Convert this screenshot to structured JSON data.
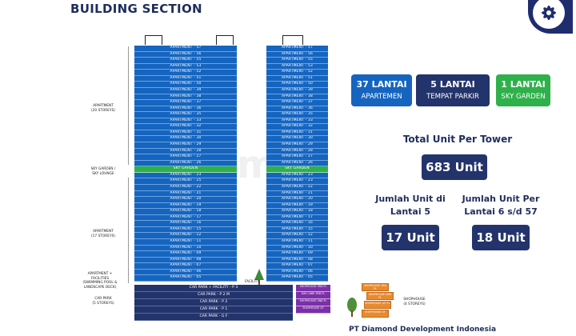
{
  "title": "BUILDING SECTION",
  "apartment_label": "APARTMENT -",
  "tower_a_floors": [
    "57",
    "56",
    "55",
    "53",
    "52",
    "51",
    "50",
    "39",
    "38",
    "37",
    "36",
    "35",
    "33",
    "32",
    "31",
    "30",
    "29",
    "28",
    "27",
    "26",
    "SKY GARDEN",
    "23",
    "25",
    "22",
    "21",
    "20",
    "19",
    "18",
    "17",
    "16",
    "15",
    "12",
    "11",
    "10",
    "09",
    "08",
    "07",
    "06",
    "05"
  ],
  "tower_b_floors": [
    "57",
    "56",
    "55",
    "53",
    "52",
    "51",
    "50",
    "39",
    "38",
    "37",
    "36",
    "35",
    "33",
    "32",
    "31",
    "30",
    "29",
    "28",
    "27",
    "26",
    "SKY GARDEN",
    "23",
    "23",
    "22",
    "21",
    "20",
    "19",
    "18",
    "17",
    "16",
    "15",
    "12",
    "11",
    "10",
    "09",
    "08",
    "07",
    "06",
    "05"
  ],
  "car_park_floors": [
    "CAR PARK + FACILITY - P 3",
    "CAR PARK - P 2 M",
    "CAR PARK - P 2",
    "CAR PARK - P 1",
    "CAR PARK - G F"
  ],
  "side_labels": {
    "apartment_20": "APARTMENT\n(20 STOREYS)",
    "sky_garden": "SKY GARDEN /\nSKY LOUNGE",
    "apartment_17": "APARTMENT\n(17 STOREYS)",
    "apartment_facilities": "APARTMENT +\nFACILITIES\n(SWIMMING POOL &\nLANDSCAPE DECK)",
    "car_park": "CAR PARK\n(5 STOREYS)",
    "facility": "FACILITY",
    "shophouse": "SHOPHOUSE\n(4 STOREYS)"
  },
  "shophouse_right": [
    "SHOPHOUSE 3RD FL",
    "DAY CARE 3RD FL",
    "SHOPHOUSE 2ND FL",
    "SHOPHOUSE GF"
  ],
  "shophouse_small": [
    "SHOPHOUSE 3RD FL",
    "SHOPHOUSE 2ND FL",
    "SHOPHOUSE 1ST FL",
    "SHOPHOUSE GF"
  ],
  "badges": [
    {
      "number": "37 LANTAI",
      "sub": "APARTEMEN",
      "color": "#1565c0"
    },
    {
      "number": "5 LANTAI",
      "sub": "TEMPAT PARKIR",
      "color": "#23336b"
    },
    {
      "number": "1 LANTAI",
      "sub": "SKY GARDEN",
      "color": "#2eb14a"
    }
  ],
  "total_unit_heading": "Total Unit Per Tower",
  "total_unit_value": "683 Unit",
  "unit_lantai5_heading": "Jumlah Unit di\nLantai 5",
  "unit_lantai5_value": "17 Unit",
  "unit_lantai6_heading": "Jumlah Unit Per\nLantai 6 s/d 57",
  "unit_lantai6_value": "18 Unit",
  "footer": "PT Diamond Development Indonesia",
  "watermark": "rumah"
}
